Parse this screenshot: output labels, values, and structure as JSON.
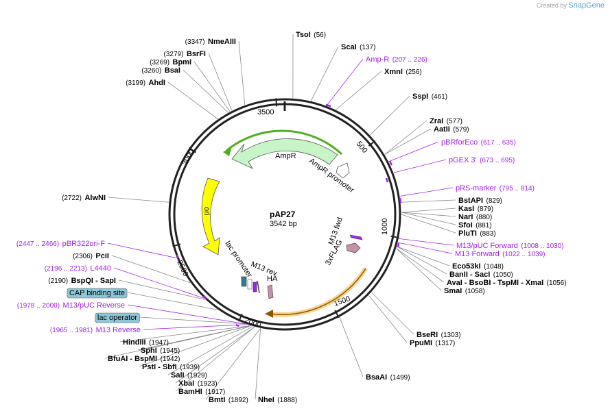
{
  "brand": {
    "prefix": "Created by",
    "name": "SnapGene"
  },
  "plasmid": {
    "name": "pAP27",
    "size_label": "3542 bp"
  },
  "ticks": [
    {
      "label": "500"
    },
    {
      "label": "1000"
    },
    {
      "label": "1500"
    },
    {
      "label": "2000"
    },
    {
      "label": "2500"
    },
    {
      "label": "3000"
    },
    {
      "label": "3500"
    }
  ],
  "sites_top": [
    {
      "name": "TsoI",
      "pos": "(56)"
    },
    {
      "name": "ScaI",
      "pos": "(137)"
    },
    {
      "name": "Amp-R",
      "pos": "(207 .. 226)",
      "primer": true
    },
    {
      "name": "XmnI",
      "pos": "(256)"
    },
    {
      "name": "SspI",
      "pos": "(461)"
    }
  ],
  "sites_right": [
    {
      "name": "ZraI",
      "pos": "(577)"
    },
    {
      "name": "AatII",
      "pos": "(579)"
    },
    {
      "name": "pBRforEco",
      "pos": "(617 .. 635)",
      "primer": true
    },
    {
      "name": "pGEX 3'",
      "pos": "(673 .. 695)",
      "primer": true
    },
    {
      "name": "pRS-marker",
      "pos": "(795 .. 814)",
      "primer": true
    },
    {
      "name": "BstAPI",
      "pos": "(829)"
    },
    {
      "name": "KasI",
      "pos": "(879)"
    },
    {
      "name": "NarI",
      "pos": "(880)"
    },
    {
      "name": "SfoI",
      "pos": "(881)"
    },
    {
      "name": "PluTI",
      "pos": "(883)"
    },
    {
      "name": "M13/pUC Forward",
      "pos": "(1008 .. 1030)",
      "primer": true
    },
    {
      "name": "M13 Forward",
      "pos": "(1022 .. 1039)",
      "primer": true
    },
    {
      "name": "Eco53kI",
      "pos": "(1048)"
    },
    {
      "name": "BanII - SacI",
      "pos": "(1050)"
    },
    {
      "name": "AvaI - BsoBI - TspMI - XmaI",
      "pos": "(1056)"
    },
    {
      "name": "SmaI",
      "pos": "(1058)"
    },
    {
      "name": "BseRI",
      "pos": "(1303)"
    },
    {
      "name": "PpuMI",
      "pos": "(1317)"
    },
    {
      "name": "BsaAI",
      "pos": "(1499)"
    }
  ],
  "sites_bottom": [
    {
      "name": "NheI",
      "pos": "(1888)"
    },
    {
      "name": "BmtI",
      "pos": "(1892)"
    },
    {
      "name": "BamHI",
      "pos": "(1917)"
    },
    {
      "name": "XbaI",
      "pos": "(1923)"
    },
    {
      "name": "SalI",
      "pos": "(1929)"
    },
    {
      "name": "PstI - SbfI",
      "pos": "(1939)"
    },
    {
      "name": "BfuAI - BspMI",
      "pos": "(1942)"
    },
    {
      "name": "SphI",
      "pos": "(1945)"
    },
    {
      "name": "HindIII",
      "pos": "(1947)"
    }
  ],
  "sites_left": [
    {
      "name": "M13 Reverse",
      "pos": "(1965 .. 1981)",
      "primer": true
    },
    {
      "name": "lac operator",
      "box": true
    },
    {
      "name": "M13/pUC Reverse",
      "pos": "(1978 .. 2000)",
      "primer": true
    },
    {
      "name": "CAP binding site",
      "box": true
    },
    {
      "name": "BspQI - SapI",
      "pos": "(2190)"
    },
    {
      "name": "L4440",
      "pos": "(2196 .. 2213)",
      "primer": true
    },
    {
      "name": "PciI",
      "pos": "(2306)"
    },
    {
      "name": "pBR322ori-F",
      "pos": "(2447 .. 2466)",
      "primer": true
    },
    {
      "name": "AlwNI",
      "pos": "(2722)"
    },
    {
      "name": "AhdI",
      "pos": "(3199)"
    },
    {
      "name": "BsaI",
      "pos": "(3260)"
    },
    {
      "name": "BpmI",
      "pos": "(3269)"
    },
    {
      "name": "BsrFI",
      "pos": "(3279)"
    },
    {
      "name": "NmeAIII",
      "pos": "(3347)"
    }
  ],
  "features": {
    "ampr": "AmpR",
    "ampr_promoter": "AmpR promoter",
    "ori": "ori",
    "lac_promoter": "lac promoter",
    "m13_rev": "M13 rev",
    "ha": "HA",
    "m13_fwd": "M13 fwd",
    "flag": "3xFLAG"
  },
  "colors": {
    "backbone": "#222222",
    "primer": "#a020f0",
    "ampr_fill": "#c8f5c8",
    "ori_fill": "#ffff00",
    "orange_sel": "#f5a623",
    "green_sel": "#4caf20",
    "box_fill": "#8cc8d8",
    "flag_fill": "#c890a8",
    "lac_fill": "#2a8090"
  }
}
